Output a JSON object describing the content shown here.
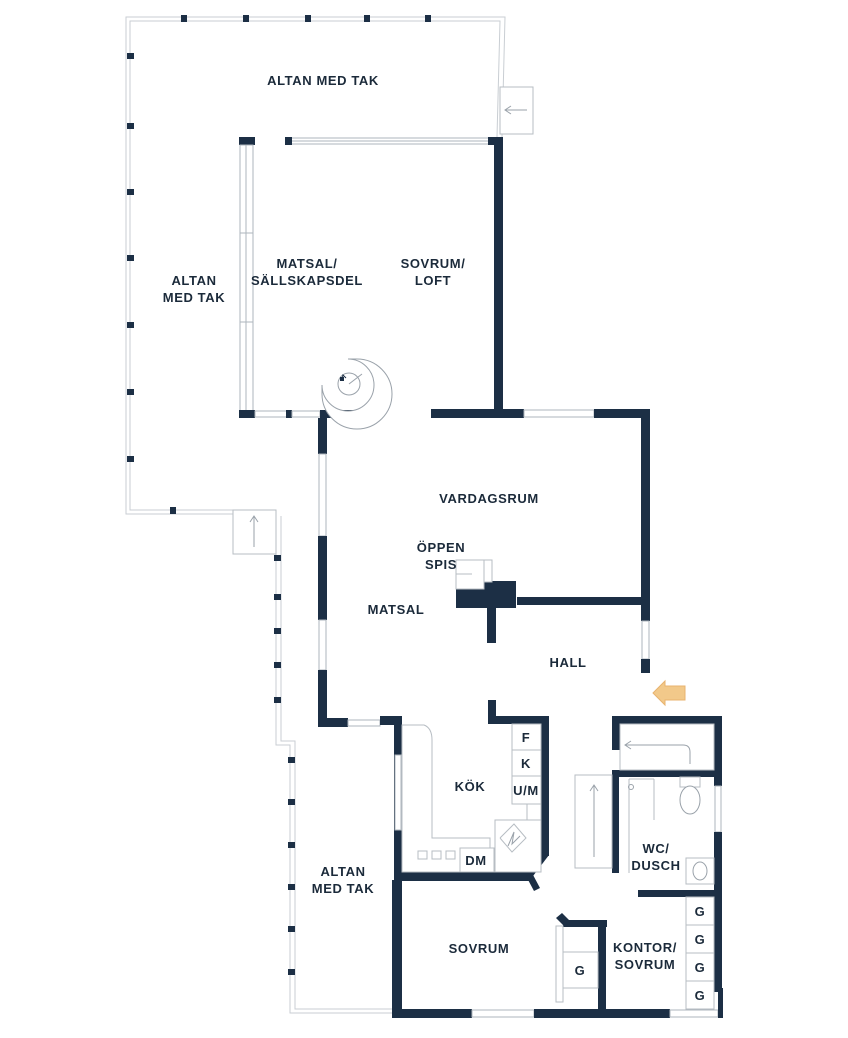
{
  "labels": {
    "altan_top": "ALTAN MED TAK",
    "altan_left_1": "ALTAN",
    "altan_left_2": "MED TAK",
    "matsal_sall_1": "MATSAL/",
    "matsal_sall_2": "SÄLLSKAPSDEL",
    "sovrum_loft_1": "SOVRUM/",
    "sovrum_loft_2": "LOFT",
    "vardagsrum": "VARDAGSRUM",
    "oppen_spis_1": "ÖPPEN",
    "oppen_spis_2": "SPIS",
    "matsal": "MATSAL",
    "hall": "HALL",
    "kok": "KÖK",
    "f": "F",
    "k": "K",
    "um": "U/M",
    "dm": "DM",
    "wc_1": "WC/",
    "wc_2": "DUSCH",
    "altan_bottom_1": "ALTAN",
    "altan_bottom_2": "MED TAK",
    "sovrum": "SOVRUM",
    "g_closet": "G",
    "kontor_1": "KONTOR/",
    "kontor_2": "SOVRUM",
    "g1": "G",
    "g2": "G",
    "g3": "G",
    "g4": "G"
  },
  "colors": {
    "wall": "#1c2f45",
    "entrance_arrow": "#f2c98a"
  }
}
